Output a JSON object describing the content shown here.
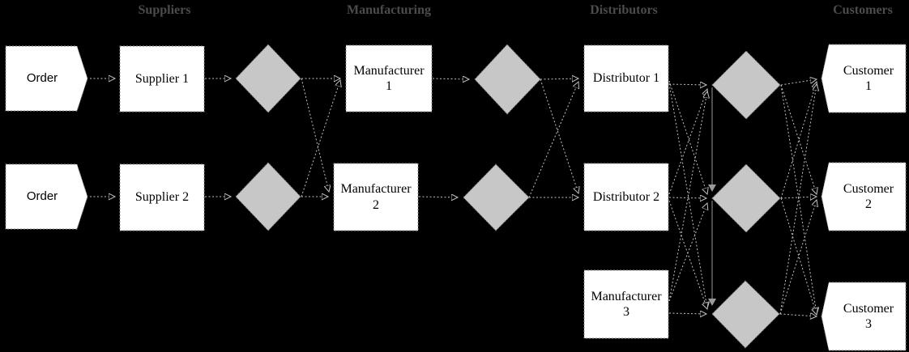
{
  "headers": {
    "suppliers": {
      "label": "Suppliers"
    },
    "manufacturing": {
      "label": "Manufacturing"
    },
    "distributors": {
      "label": "Distributors"
    },
    "customers": {
      "label": "Customers"
    }
  },
  "nodes": {
    "order1": {
      "label": "Order"
    },
    "order2": {
      "label": "Order"
    },
    "supplier1": {
      "label": "Supplier 1"
    },
    "supplier2": {
      "label": "Supplier 2"
    },
    "manufacturer1": {
      "label": "Manufacturer 1"
    },
    "manufacturer2": {
      "label": "Manufacturer 2"
    },
    "manufacturer3": {
      "label": "Manufacturer 3"
    },
    "distributor1": {
      "label": "Distributor 1"
    },
    "distributor2": {
      "label": "Distributor 2"
    },
    "customer1": {
      "label": "Customer 1"
    },
    "customer2": {
      "label": "Customer 2"
    },
    "customer3": {
      "label": "Customer 3"
    }
  },
  "colors": {
    "background": "#000000",
    "node_fill": "#ffffff",
    "diamond_fill": "#c7c7c7",
    "connector": "#c2c2c2",
    "header_text": "#4c4c4c"
  }
}
